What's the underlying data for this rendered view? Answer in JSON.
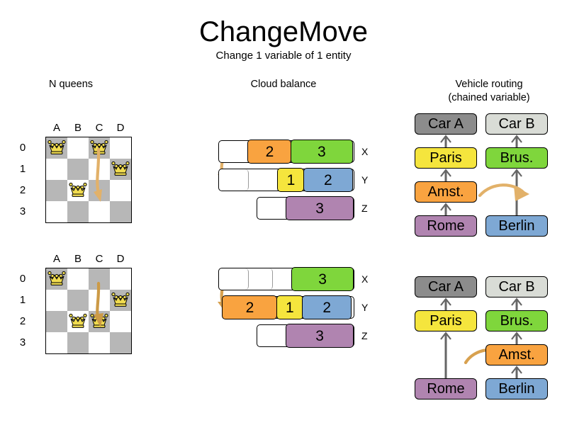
{
  "header": {
    "title": "ChangeMove",
    "subtitle": "Change 1 variable of 1 entity"
  },
  "columns": {
    "nqueens": "N queens",
    "cloud": "Cloud balance",
    "vehicle_line1": "Vehicle routing",
    "vehicle_line2": "(chained variable)"
  },
  "colors": {
    "orange": "#f9a340",
    "green": "#7fd63c",
    "yellow": "#f5e53d",
    "blue": "#7ea8d4",
    "purple": "#b084b0",
    "gray_dark": "#8c8c8c",
    "gray_light": "#d9dcd6",
    "arrow": "#e2b169",
    "queen_body": "#f2dd50",
    "board_dark": "#b7b7b7",
    "board_light": "#ffffff"
  },
  "nqueens": {
    "files": [
      "A",
      "B",
      "C",
      "D"
    ],
    "ranks": [
      "0",
      "1",
      "2",
      "3"
    ],
    "before": {
      "queens": [
        {
          "file": "A",
          "rank": "0"
        },
        {
          "file": "C",
          "rank": "0"
        },
        {
          "file": "D",
          "rank": "1"
        },
        {
          "file": "B",
          "rank": "2"
        }
      ],
      "move": {
        "from_file": "C",
        "from_rank": "0",
        "to_file": "C",
        "to_rank": "2"
      }
    },
    "after": {
      "queens": [
        {
          "file": "A",
          "rank": "0"
        },
        {
          "file": "D",
          "rank": "1"
        },
        {
          "file": "B",
          "rank": "2"
        },
        {
          "file": "C",
          "rank": "2"
        }
      ],
      "move": {
        "from_file": "C",
        "from_rank": "0",
        "to_file": "C",
        "to_rank": "2"
      }
    }
  },
  "cloud_balance": {
    "before": {
      "rows": [
        {
          "label": "X",
          "segments": [
            {
              "value": "",
              "color": "empty",
              "width": 42
            },
            {
              "value": "2",
              "color": "orange",
              "width": 62
            },
            {
              "value": "3",
              "color": "green",
              "width": 88
            }
          ]
        },
        {
          "label": "Y",
          "segments": [
            {
              "value": "",
              "color": "empty",
              "width": 42
            },
            {
              "value": "",
              "color": "empty",
              "width": 42
            },
            {
              "value": "1",
              "color": "yellow",
              "width": 38
            },
            {
              "value": "2",
              "color": "blue",
              "width": 70
            }
          ]
        },
        {
          "label": "Z",
          "segments": [
            {
              "value": "",
              "color": "empty",
              "width": 42
            },
            {
              "value": "3",
              "color": "purple",
              "width": 96
            }
          ]
        }
      ]
    },
    "after": {
      "rows": [
        {
          "label": "X",
          "segments": [
            {
              "value": "",
              "color": "empty",
              "width": 42
            },
            {
              "value": "",
              "color": "empty",
              "width": 34
            },
            {
              "value": "",
              "color": "empty",
              "width": 28
            },
            {
              "value": "3",
              "color": "green",
              "width": 88
            }
          ]
        },
        {
          "label": "Y",
          "segments": [
            {
              "value": "2",
              "color": "orange",
              "width": 78
            },
            {
              "value": "1",
              "color": "yellow",
              "width": 38
            },
            {
              "value": "2",
              "color": "blue",
              "width": 70
            }
          ]
        },
        {
          "label": "Z",
          "segments": [
            {
              "value": "",
              "color": "empty",
              "width": 42
            },
            {
              "value": "3",
              "color": "purple",
              "width": 96
            }
          ]
        }
      ]
    }
  },
  "vehicle_routing": {
    "before": {
      "chain_a": [
        {
          "label": "Car A",
          "color": "gray_dark"
        },
        {
          "label": "Paris",
          "color": "yellow"
        },
        {
          "label": "Amst.",
          "color": "orange"
        },
        {
          "label": "Rome",
          "color": "purple"
        }
      ],
      "chain_b": [
        {
          "label": "Car B",
          "color": "gray_light"
        },
        {
          "label": "Brus.",
          "color": "green"
        },
        {
          "label": "Berlin",
          "color": "blue"
        }
      ]
    },
    "after": {
      "chain_a": [
        {
          "label": "Car A",
          "color": "gray_dark"
        },
        {
          "label": "Paris",
          "color": "yellow"
        },
        {
          "label": "Rome",
          "color": "purple"
        }
      ],
      "chain_b": [
        {
          "label": "Car B",
          "color": "gray_light"
        },
        {
          "label": "Brus.",
          "color": "green"
        },
        {
          "label": "Amst.",
          "color": "orange"
        },
        {
          "label": "Berlin",
          "color": "blue"
        }
      ]
    }
  }
}
